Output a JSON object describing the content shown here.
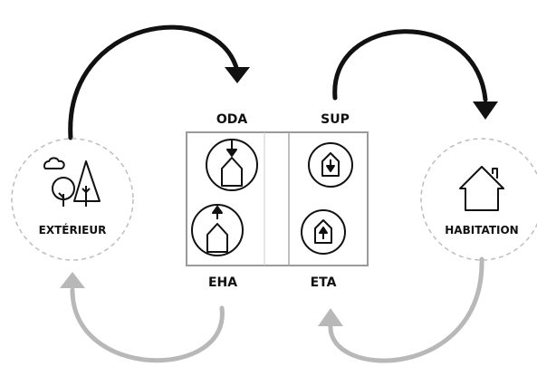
{
  "labels": {
    "exterieur": "EXTÉRIEUR",
    "habitation": "HABITATION",
    "oda": "ODA",
    "sup": "SUP",
    "eha": "EHA",
    "eta": "ETA"
  },
  "colors": {
    "black_arrow": "#111111",
    "grey_arrow": "#b8b8b8",
    "dashed_circle": "#bdbdbd",
    "box_border": "#9a9a9a"
  },
  "icons": {
    "exterieur": "trees-and-cloud-icon",
    "habitation": "house-icon",
    "oda": "house-arrow-down-icon",
    "eha": "house-arrow-up-icon",
    "sup": "house-arrow-down-inside-icon",
    "eta": "house-arrow-up-inside-icon"
  }
}
